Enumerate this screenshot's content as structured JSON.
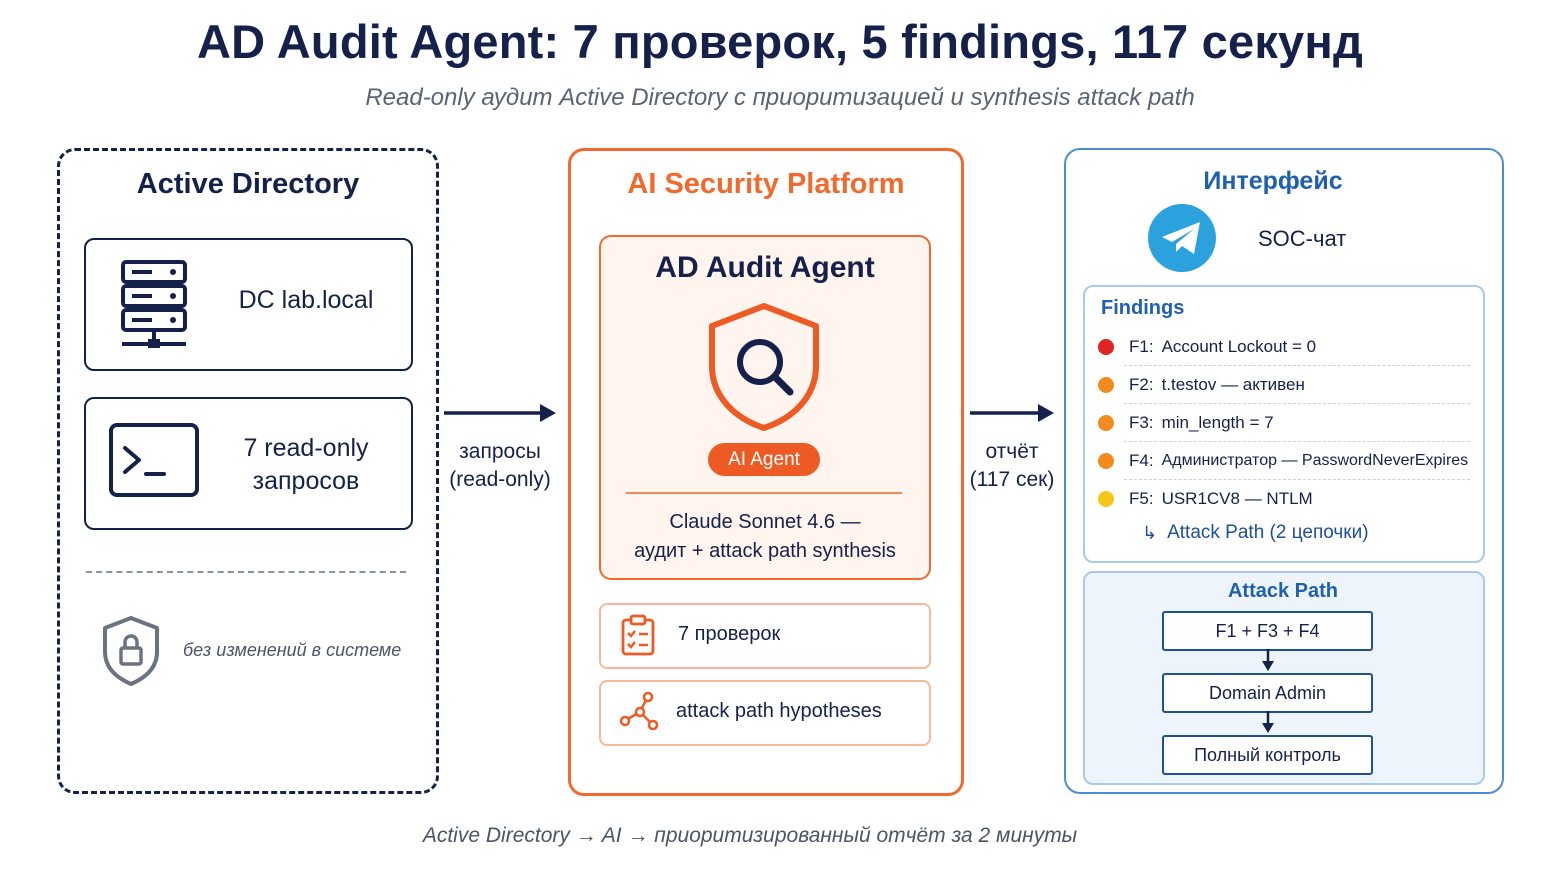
{
  "title": "AD Audit Agent: 7 проверок, 5 findings, 117 секунд",
  "subtitle": "Read-only аудит Active Directory с приоритизацией и synthesis attack path",
  "left_panel": {
    "title": "Active Directory",
    "dc_label": "DC lab.local",
    "queries_line1": "7 read-only",
    "queries_line2": "запросов",
    "no_changes": "без изменений в системе"
  },
  "arrow_left": {
    "line1": "запросы",
    "line2": "(read-only)"
  },
  "middle_panel": {
    "title": "AI Security Platform",
    "agent_title": "AD Audit Agent",
    "badge": "AI Agent",
    "model_line1": "Claude Sonnet 4.6 —",
    "model_line2": "аудит + attack path synthesis",
    "checks": "7 проверок",
    "hypotheses": "attack path hypotheses"
  },
  "arrow_right": {
    "line1": "отчёт",
    "line2": "(117 сек)"
  },
  "right_panel": {
    "title": "Интерфейс",
    "chat": "SOC-чат",
    "findings_title": "Findings",
    "findings": [
      {
        "id": "F1:",
        "text": "Account Lockout = 0",
        "color": "#e02424"
      },
      {
        "id": "F2:",
        "text": "t.testov — активен",
        "color": "#f38a1e"
      },
      {
        "id": "F3:",
        "text": "min_length = 7",
        "color": "#f38a1e"
      },
      {
        "id": "F4:",
        "text": "Администратор — PasswordNeverExpires",
        "color": "#f38a1e"
      },
      {
        "id": "F5:",
        "text": "USR1CV8 — NTLM",
        "color": "#f5c518"
      }
    ],
    "attack_path_link": "Attack Path (2 цепочки)",
    "attack_path_title": "Attack Path",
    "path_steps": [
      "F1 + F3 + F4",
      "Domain Admin",
      "Полный контроль"
    ]
  },
  "footer": "Active Directory → AI → приоритизированный отчёт за 2 минуты",
  "colors": {
    "navy": "#15204b",
    "orange": "#f2692e",
    "blue": "#4a8ed8"
  }
}
